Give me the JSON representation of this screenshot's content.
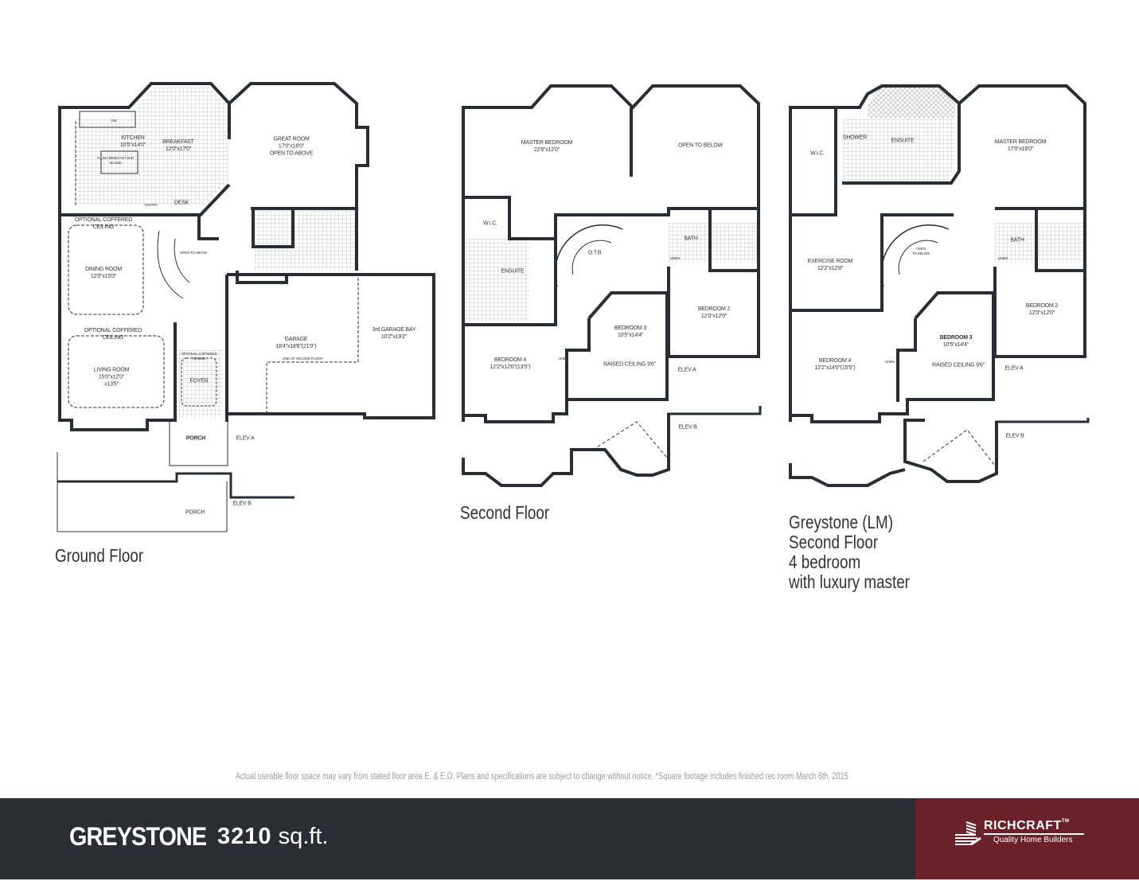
{
  "colors": {
    "wall": "#2b2d35",
    "footer_bg": "#2b2d35",
    "brand_bg": "#6b2129",
    "text": "#333333",
    "disclaimer": "#9a9a9a"
  },
  "ground_floor": {
    "caption": "Ground Floor",
    "rooms": {
      "kitchen": {
        "name": "KITCHEN",
        "size": "10'5\"x14'0\""
      },
      "breakfast": {
        "name": "BREAKFAST",
        "size": "12'0\"x17'0\""
      },
      "island": {
        "bar": "FLUSH BREKFAST BAR",
        "name": "ISLAND"
      },
      "dw": "DW",
      "great_room": {
        "name": "GREAT ROOM",
        "size": "17'0\"x16'0\"",
        "note": "OPEN TO ABOVE"
      },
      "pantry": "PANTRY",
      "desk": "DESK",
      "dining_coffered": {
        "l1": "OPTIONAL COFFERED",
        "l2": "CEILING"
      },
      "dining": {
        "name": "DINING ROOM",
        "size": "12'0\"x15'0\""
      },
      "stair_open": "OPEN TO ABOVE",
      "living_coffered": {
        "l1": "OPTIONAL COFFERED",
        "l2": "CEILING"
      },
      "living": {
        "name": "LIVING ROOM",
        "size": "15'0\"x12'0\"",
        "size2": "x13'5\""
      },
      "foyer_coffered": {
        "l1": "OPTIONAL COFFERED",
        "l2": "CEILING"
      },
      "foyer": "FOYER",
      "garage": {
        "name": "GARAGE",
        "size": "18'4\"x18'8\"(21'0\")",
        "note": "LINE OF SECOND FLOOR"
      },
      "garage_bay": {
        "name": "3rd GARAGE BAY",
        "size": "10'2\"x19'2\""
      },
      "porch_a": "PORCH",
      "porch_b": "PORCH",
      "elev_a": "ELEV A",
      "elev_b": "ELEV B"
    }
  },
  "second_floor": {
    "caption": "Second Floor",
    "rooms": {
      "master": {
        "name": "MASTER BEDROOM",
        "size": "22'6\"x12'0\""
      },
      "open_below": "OPEN TO BELOW",
      "wic": "W.I.C.",
      "ensuite": "ENSUITE",
      "otb": "O.T.B.",
      "bath": "BATH",
      "linen": "LINEN",
      "bedroom2": {
        "name": "BEDROOM 2",
        "size": "12'0\"x12'0\""
      },
      "bedroom3": {
        "name": "BEDROOM 3",
        "size": "10'5\"x14'4\""
      },
      "bedroom4": {
        "name": "BEDROOM 4",
        "size": "12'2\"x12'0\"(13'5\")"
      },
      "linen2": "LINEN",
      "raised": "RAISED CEILING 9'6\"",
      "elev_a": "ELEV A",
      "elev_b": "ELEV B"
    }
  },
  "lm_floor": {
    "caption_lines": [
      "Greystone (LM)",
      "Second Floor",
      "4 bedroom",
      "with luxury master"
    ],
    "rooms": {
      "wic": "W.I.C.",
      "shower": "SHOWER",
      "ensuite": "ENSUITE",
      "master": {
        "name": "MASTER BEDROOM",
        "size": "17'0\"x16'0\""
      },
      "exercise": {
        "name": "EXERCISE ROOM",
        "size": "12'2\"x12'8\""
      },
      "open_below": {
        "l1": "OPEN",
        "l2": "TO BELOW"
      },
      "bath": "BATH",
      "linen": "LINEN",
      "bedroom2": {
        "name": "BEDROOM 2",
        "size": "12'0\"x12'0\""
      },
      "bedroom3": {
        "name": "BEDROOM 3",
        "size": "10'5\"x14'4\""
      },
      "bedroom4": {
        "name": "BEDROOM 4",
        "size": "12'2\"x14'0\"(15'5\")"
      },
      "linen2": "LINEN",
      "raised": "RAISED CEILING 9'6\"",
      "elev_a": "ELEV A",
      "elev_b": "ELEV B"
    }
  },
  "disclaimer": "Actual useable floor space may vary from stated floor area E. & E.O. Plans and specifications are subject to change without notice. *Square footage includes finished rec room  March 6th, 2015",
  "footer": {
    "model": "GREYSTONE",
    "area_value": "3210",
    "area_unit": "sq.ft.",
    "logo": {
      "name": "RICHCRAFT",
      "tm": "TM",
      "tagline": "Quality Home Builders"
    }
  }
}
